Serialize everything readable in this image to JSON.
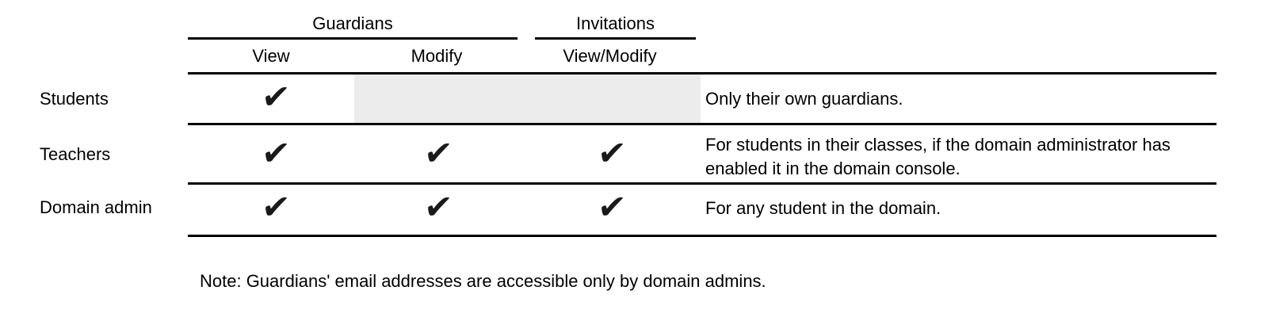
{
  "glyphs": {
    "check": "✔"
  },
  "colors": {
    "background": "#ffffff",
    "text": "#000000",
    "line": "#000000",
    "disabled_cell": "#ececec"
  },
  "table": {
    "group_headers": [
      {
        "label": "Guardians"
      },
      {
        "label": "Invitations"
      }
    ],
    "column_headers": [
      {
        "label": "View"
      },
      {
        "label": "Modify"
      },
      {
        "label": "View/Modify"
      }
    ],
    "rows": [
      {
        "label": "Students",
        "guardians_view": true,
        "guardians_modify": false,
        "invitations_view_modify": false,
        "modify_cells_shaded": true,
        "description": "Only their own guardians."
      },
      {
        "label": "Teachers",
        "guardians_view": true,
        "guardians_modify": true,
        "invitations_view_modify": true,
        "modify_cells_shaded": false,
        "description": "For students in their classes, if the domain administrator has enabled it in the domain console."
      },
      {
        "label": "Domain admin",
        "guardians_view": true,
        "guardians_modify": true,
        "invitations_view_modify": true,
        "modify_cells_shaded": false,
        "description": "For any student in the domain."
      }
    ]
  },
  "footnote": "Note: Guardians' email addresses are accessible only by domain admins."
}
